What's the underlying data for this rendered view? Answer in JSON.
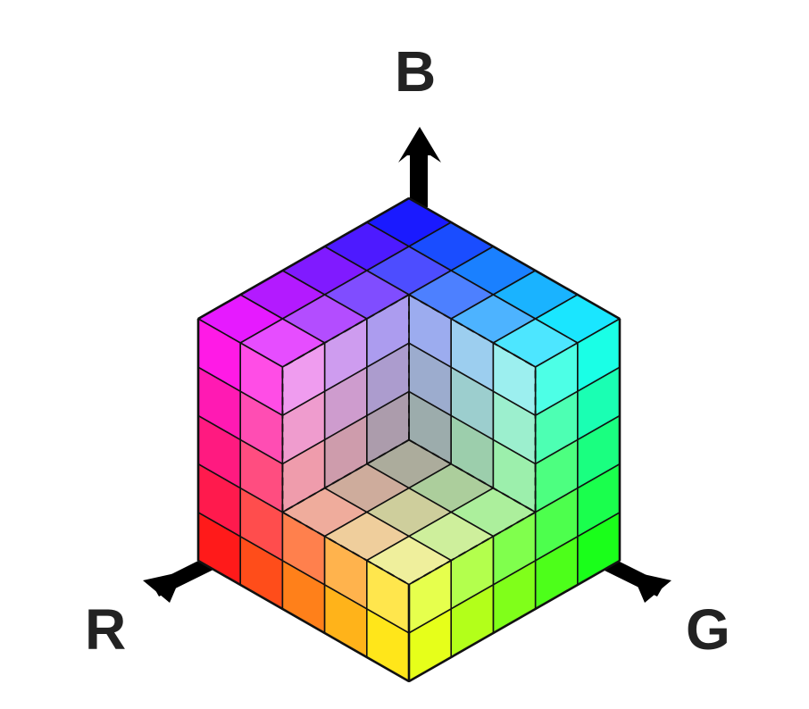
{
  "axes": {
    "b_label": "B",
    "r_label": "R",
    "g_label": "G"
  },
  "cube": {
    "subdivisions": 5,
    "cutaway_cells": 3
  },
  "icons": [
    "arrow-up-icon",
    "arrow-left-icon",
    "arrow-right-icon"
  ]
}
